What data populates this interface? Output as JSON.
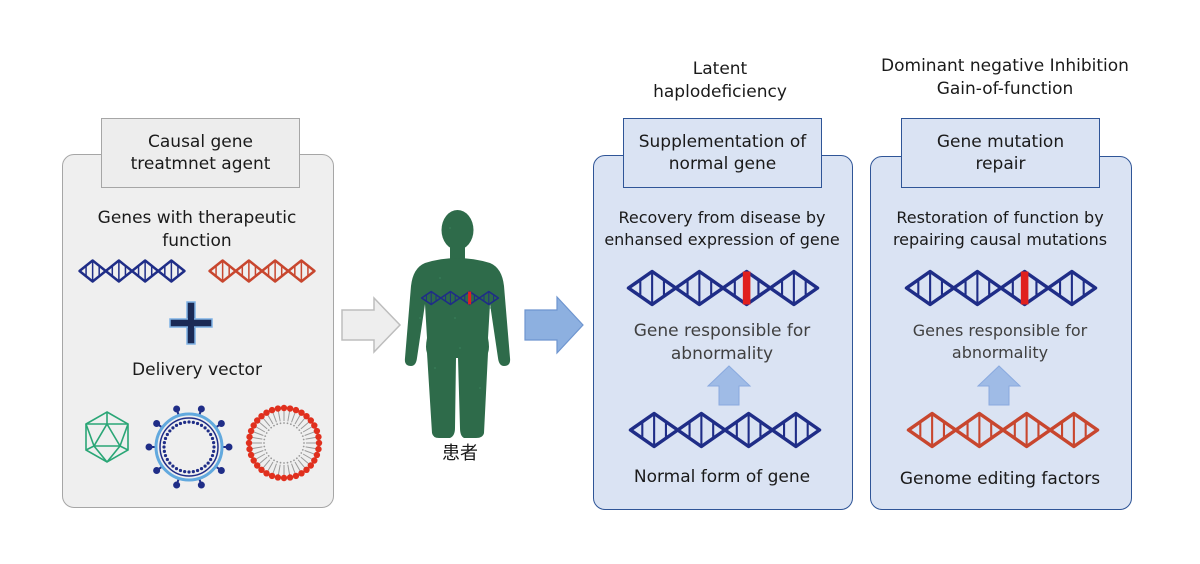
{
  "header": {
    "latent_line1": "Latent",
    "latent_line2": "haplodeficiency",
    "dominant_line1": "Dominant negative Inhibition",
    "dominant_line2": "Gain-of-function"
  },
  "left_panel": {
    "title_line1": "Causal gene",
    "title_line2": "treatmnet agent",
    "genes_line1": "Genes with therapeutic",
    "genes_line2": "function",
    "delivery": "Delivery vector"
  },
  "patient": {
    "label": "患者"
  },
  "middle_panel": {
    "title_line1": "Supplementation of",
    "title_line2": "normal gene",
    "desc_line1": "Recovery from disease by",
    "desc_line2": "enhansed expression of  gene",
    "abn_line1": "Gene responsible for",
    "abn_line2": "abnormality",
    "normal": "Normal form of gene"
  },
  "right_panel": {
    "title_line1": "Gene mutation",
    "title_line2": "repair",
    "desc_line1": "Restoration of function by",
    "desc_line2": "repairing causal mutations",
    "abn_line1": "Genes responsible for",
    "abn_line2": "abnormality",
    "editing": "Genome editing factors"
  },
  "colors": {
    "dna_blue": "#1f2d87",
    "dna_orange": "#c8462e",
    "mutation_red": "#e0201e",
    "patient_green": "#2e6b4a",
    "panel_blue": "#dae3f3",
    "panel_border_blue": "#2f5597",
    "arrow_blue": "#8db0e0",
    "arrow_grey": "#eeeeee"
  }
}
